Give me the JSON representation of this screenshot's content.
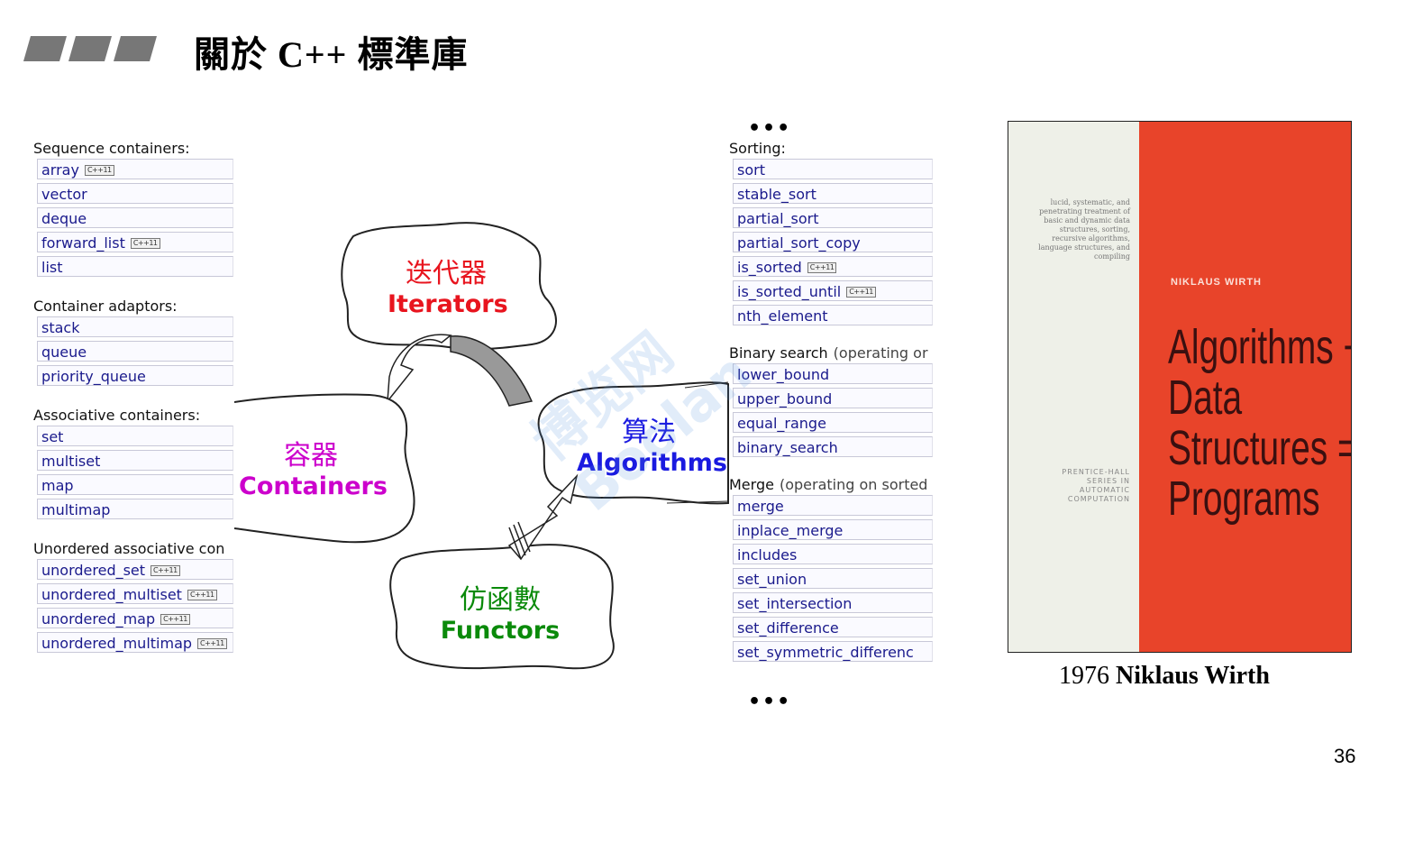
{
  "slide": {
    "title": "關於 C++ 標準庫",
    "page_number": "36"
  },
  "containers": {
    "sections": [
      {
        "heading": "Sequence containers:",
        "items": [
          {
            "name": "array",
            "badge": "C++11"
          },
          {
            "name": "vector",
            "badge": ""
          },
          {
            "name": "deque",
            "badge": ""
          },
          {
            "name": "forward_list",
            "badge": "C++11"
          },
          {
            "name": "list",
            "badge": ""
          }
        ]
      },
      {
        "heading": "Container adaptors:",
        "items": [
          {
            "name": "stack",
            "badge": ""
          },
          {
            "name": "queue",
            "badge": ""
          },
          {
            "name": "priority_queue",
            "badge": ""
          }
        ]
      },
      {
        "heading": "Associative containers:",
        "items": [
          {
            "name": "set",
            "badge": ""
          },
          {
            "name": "multiset",
            "badge": ""
          },
          {
            "name": "map",
            "badge": ""
          },
          {
            "name": "multimap",
            "badge": ""
          }
        ]
      },
      {
        "heading": "Unordered associative con",
        "items": [
          {
            "name": "unordered_set",
            "badge": "C++11"
          },
          {
            "name": "unordered_multiset",
            "badge": "C++11"
          },
          {
            "name": "unordered_map",
            "badge": "C++11"
          },
          {
            "name": "unordered_multimap",
            "badge": "C++11"
          }
        ]
      }
    ]
  },
  "algorithms": {
    "dots_top": "•••",
    "dots_bottom": "•••",
    "sections": [
      {
        "heading": "Sorting:",
        "sub": "",
        "items": [
          {
            "name": "sort",
            "badge": ""
          },
          {
            "name": "stable_sort",
            "badge": ""
          },
          {
            "name": "partial_sort",
            "badge": ""
          },
          {
            "name": "partial_sort_copy",
            "badge": ""
          },
          {
            "name": "is_sorted",
            "badge": "C++11"
          },
          {
            "name": "is_sorted_until",
            "badge": "C++11"
          },
          {
            "name": "nth_element",
            "badge": ""
          }
        ]
      },
      {
        "heading": "Binary search",
        "sub": "(operating or",
        "items": [
          {
            "name": "lower_bound",
            "badge": ""
          },
          {
            "name": "upper_bound",
            "badge": ""
          },
          {
            "name": "equal_range",
            "badge": ""
          },
          {
            "name": "binary_search",
            "badge": ""
          }
        ]
      },
      {
        "heading": "Merge",
        "sub": "(operating on sorted",
        "items": [
          {
            "name": "merge",
            "badge": ""
          },
          {
            "name": "inplace_merge",
            "badge": ""
          },
          {
            "name": "includes",
            "badge": ""
          },
          {
            "name": "set_union",
            "badge": ""
          },
          {
            "name": "set_intersection",
            "badge": ""
          },
          {
            "name": "set_difference",
            "badge": ""
          },
          {
            "name": "set_symmetric_differenc",
            "badge": ""
          }
        ]
      }
    ]
  },
  "diagram": {
    "iterators": {
      "zh": "迭代器",
      "en": "Iterators",
      "color": "#e8141e"
    },
    "containers": {
      "zh": "容器",
      "en": "Containers",
      "color": "#cc00cc"
    },
    "algorithms": {
      "zh": "算法",
      "en": "Algorithms",
      "color": "#1a1ae0"
    },
    "functors": {
      "zh": "仿函數",
      "en": "Functors",
      "color": "#0a8a0a"
    }
  },
  "book": {
    "blurb": "lucid, systematic, and penetrating treatment of basic and dynamic data structures, sorting, recursive algorithms, language structures, and compiling",
    "series": "PRENTICE-HALL SERIES IN AUTOMATIC COMPUTATION",
    "author": "NIKLAUS WIRTH",
    "title_lines": [
      "Algorithms +",
      "Data",
      "Structures =",
      "Programs"
    ]
  },
  "caption": {
    "year": "1976",
    "name": "Niklaus Wirth"
  },
  "watermark": "博览网 Boolan",
  "colors": {
    "accent_bar": "#777777",
    "book_red": "#e8442a",
    "item_text": "#1a1a8c"
  }
}
